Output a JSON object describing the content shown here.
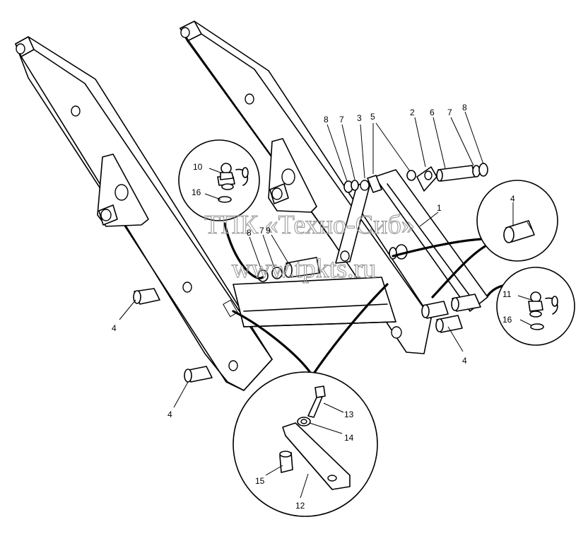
{
  "watermark": {
    "line1": "ТПК «Техно-Сиб»",
    "line2": "www.tpkts.ru"
  },
  "callouts": [
    {
      "id": "c8a",
      "label": "8"
    },
    {
      "id": "c7a",
      "label": "7"
    },
    {
      "id": "c3",
      "label": "3"
    },
    {
      "id": "c5",
      "label": "5"
    },
    {
      "id": "c2",
      "label": "2"
    },
    {
      "id": "c6",
      "label": "6"
    },
    {
      "id": "c7b",
      "label": "7"
    },
    {
      "id": "c8b",
      "label": "8"
    },
    {
      "id": "c1",
      "label": "1"
    },
    {
      "id": "c10",
      "label": "10"
    },
    {
      "id": "c16a",
      "label": "16"
    },
    {
      "id": "c8c",
      "label": "8"
    },
    {
      "id": "c7c",
      "label": "7"
    },
    {
      "id": "c9",
      "label": "9"
    },
    {
      "id": "c4a",
      "label": "4"
    },
    {
      "id": "c4b",
      "label": "4"
    },
    {
      "id": "c4c",
      "label": "4"
    },
    {
      "id": "c4d",
      "label": "4"
    },
    {
      "id": "c11",
      "label": "11"
    },
    {
      "id": "c16b",
      "label": "16"
    },
    {
      "id": "c13",
      "label": "13"
    },
    {
      "id": "c14",
      "label": "14"
    },
    {
      "id": "c15",
      "label": "15"
    },
    {
      "id": "c12",
      "label": "12"
    }
  ]
}
